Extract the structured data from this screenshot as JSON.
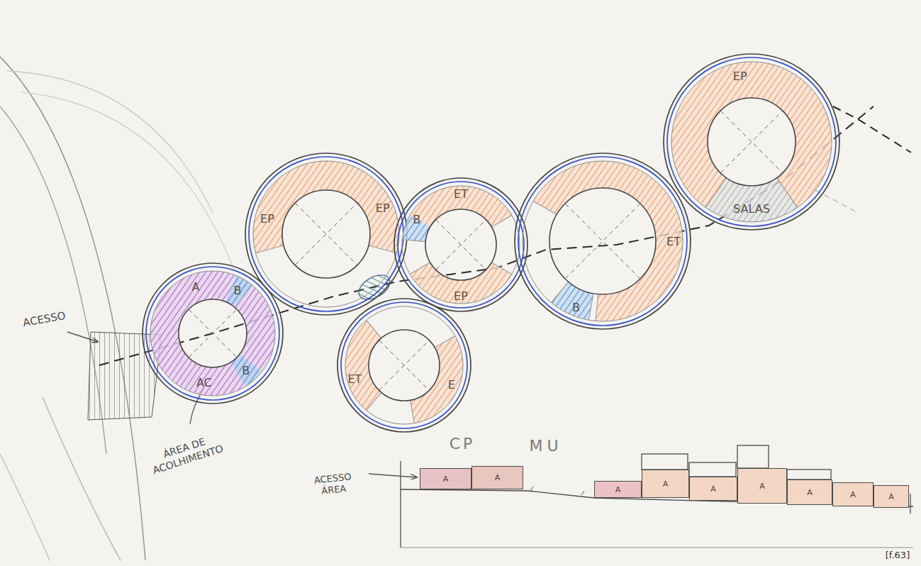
{
  "diagram": {
    "nodes": [
      {
        "text": [
          "A",
          "B",
          "AC",
          "B"
        ]
      },
      {
        "text": [
          "EP",
          "EP"
        ]
      },
      {
        "text": [
          "B",
          "ET",
          "EP"
        ]
      },
      {
        "text": [
          "ET",
          "E"
        ]
      },
      {
        "text": [
          "ET",
          "B"
        ]
      },
      {
        "text": [
          "EP",
          "SALAS"
        ]
      },
      {
        "text": [
          "A"
        ]
      },
      {
        "text": [
          "A"
        ]
      },
      {
        "text": [
          "A"
        ]
      },
      {
        "text": [
          "A"
        ]
      },
      {
        "text": [
          "A"
        ]
      },
      {
        "text": [
          "A"
        ]
      },
      {
        "text": [
          "A"
        ]
      },
      {
        "text": [
          "A"
        ]
      },
      {
        "text": [
          "A"
        ]
      }
    ],
    "labels": [
      "ACESSO",
      "ÁREA DE ACOLHIMENTO",
      "CP",
      "MU",
      "ACESSO ÁREA",
      "[f.63]"
    ]
  }
}
